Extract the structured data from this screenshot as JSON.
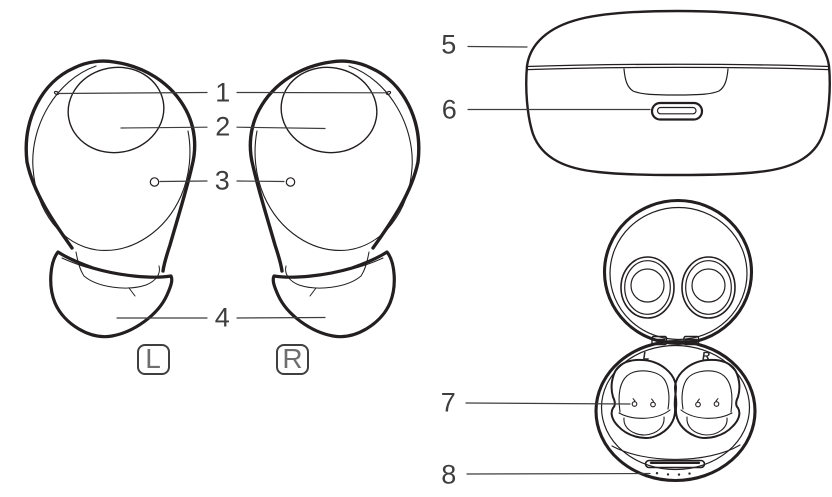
{
  "figure": {
    "background_color": "#ffffff",
    "ink_color": "#231f20",
    "label_color": "#3e3e3e",
    "callouts": [
      {
        "label": "1"
      },
      {
        "label": "2"
      },
      {
        "label": "3"
      },
      {
        "label": "4"
      },
      {
        "label": "5"
      },
      {
        "label": "6"
      },
      {
        "label": "7"
      },
      {
        "label": "8"
      }
    ],
    "earbud_badges": {
      "left": "L",
      "right": "R"
    },
    "case_markings": {
      "left": "L",
      "right": "R"
    },
    "illustrations": [
      "left-earbud-front",
      "right-earbud-front",
      "charging-case-closed",
      "charging-case-open"
    ]
  }
}
